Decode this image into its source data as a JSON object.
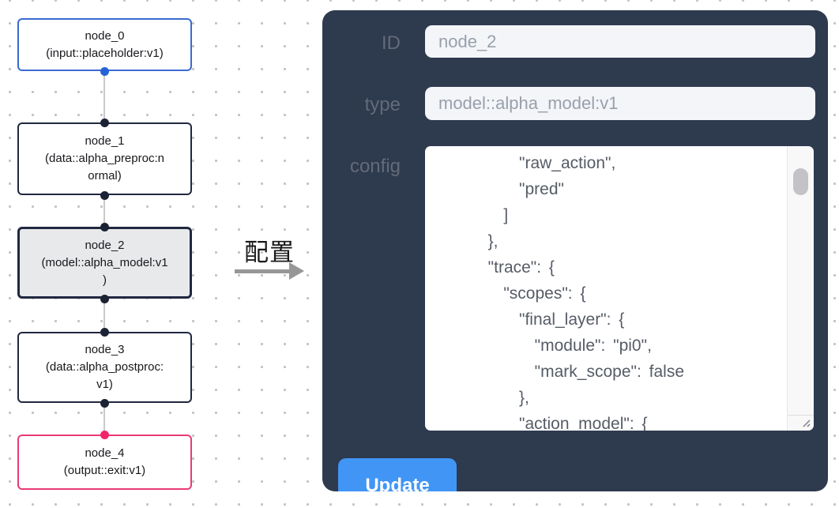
{
  "canvas": {
    "nodes": [
      {
        "lines": [
          "node_0",
          "(input::placeholder:v1)",
          ""
        ],
        "kind": "input",
        "selected": false
      },
      {
        "lines": [
          "node_1",
          "(data::alpha_preproc:n",
          "ormal)"
        ],
        "kind": "data",
        "selected": false
      },
      {
        "lines": [
          "node_2",
          "(model::alpha_model:v1",
          ")"
        ],
        "kind": "model",
        "selected": true
      },
      {
        "lines": [
          "node_3",
          "(data::alpha_postproc:",
          "v1)"
        ],
        "kind": "data",
        "selected": false
      },
      {
        "lines": [
          "node_4",
          "(output::exit:v1)",
          ""
        ],
        "kind": "output",
        "selected": false
      }
    ]
  },
  "transition": {
    "label": "配置",
    "arrow_icon": "right-arrow"
  },
  "panel": {
    "id_label": "ID",
    "id_value": "node_2",
    "type_label": "type",
    "type_value": "model::alpha_model:v1",
    "config_label": "config",
    "config_text": "      \"raw_action\",\n      \"pred\"\n    ]\n  },\n  \"trace\": {\n    \"scopes\": {\n      \"final_layer\": {\n        \"module\": \"pi0\",\n        \"mark_scope\": false\n      },\n      \"action_model\": {",
    "update_label": "Update"
  },
  "colors": {
    "panel_bg": "#2e3a4e",
    "input_node_border": "#3b6ad0",
    "default_node_border": "#202840",
    "output_node_border": "#e83b74",
    "selected_node_bg": "#e8e9eb",
    "input_port_dot": "#2562d8",
    "default_port_dot": "#1b2233",
    "output_port_dot": "#f2246c",
    "edge_line": "#c9c9c9",
    "update_button_bg": "#4196f5"
  }
}
